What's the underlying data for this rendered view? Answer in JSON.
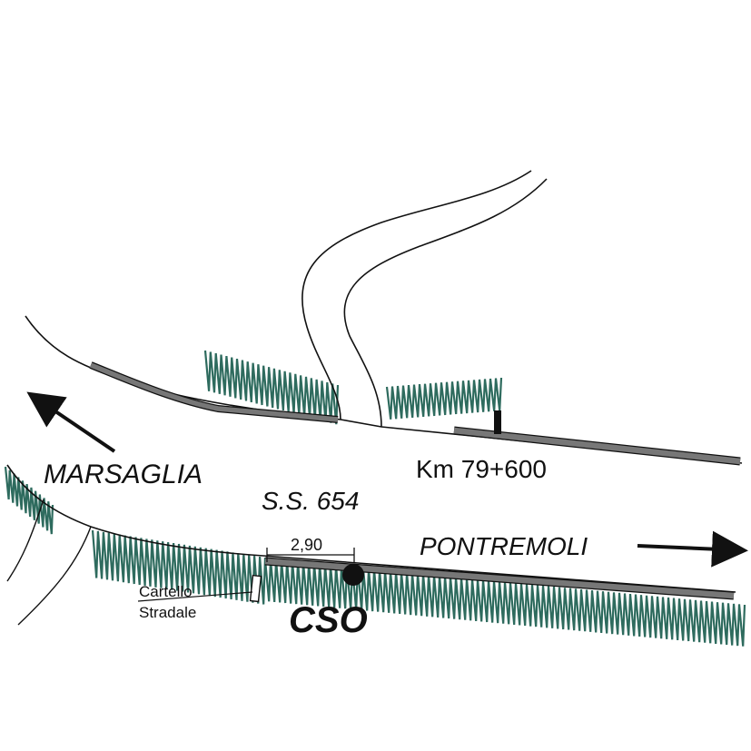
{
  "map": {
    "road_name": "S.S. 654",
    "kilometer_marker": "Km 79+600",
    "direction_left": "MARSAGLIA",
    "direction_right": "PONTREMOLI",
    "width_measure": "2,90",
    "station_label": "CSO",
    "sign_label_line1": "Cartello",
    "sign_label_line2": "Stradale"
  },
  "colors": {
    "vegetation": "#2e6b5e",
    "guardrail": "#777777",
    "line": "#111111"
  },
  "icons": {
    "station": "filled-circle-icon",
    "left_arrow": "arrow-up-left-icon",
    "right_arrow": "arrow-right-icon",
    "sign": "road-sign-icon",
    "km_post": "km-post-icon"
  }
}
